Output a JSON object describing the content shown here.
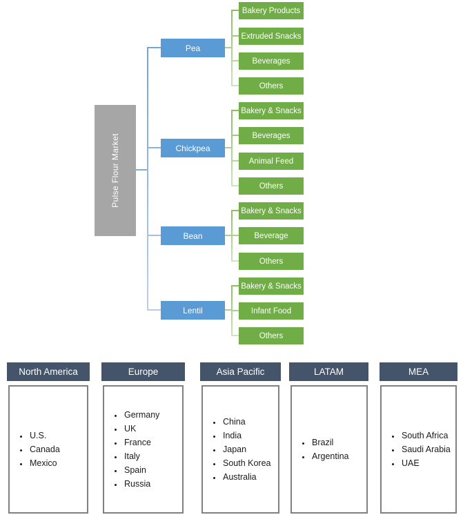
{
  "diagram": {
    "root": "Pulse Flour Market",
    "branches": [
      {
        "label": "Pea",
        "children": [
          "Bakery Products",
          "Extruded Snacks",
          "Beverages",
          "Others"
        ]
      },
      {
        "label": "Chickpea",
        "children": [
          "Bakery & Snacks",
          "Beverages",
          "Animal Feed",
          "Others"
        ]
      },
      {
        "label": "Bean",
        "children": [
          "Bakery & Snacks",
          "Beverage",
          "Others"
        ]
      },
      {
        "label": "Lentil",
        "children": [
          "Bakery & Snacks",
          "Infant Food",
          "Others"
        ]
      }
    ]
  },
  "regions": [
    {
      "name": "North America",
      "countries": [
        "U.S.",
        "Canada",
        "Mexico"
      ]
    },
    {
      "name": "Europe",
      "countries": [
        "Germany",
        "UK",
        "France",
        "Italy",
        "Spain",
        "Russia"
      ]
    },
    {
      "name": "Asia Pacific",
      "countries": [
        "China",
        "India",
        "Japan",
        "South Korea",
        "Australia"
      ]
    },
    {
      "name": "LATAM",
      "countries": [
        "Brazil",
        "Argentina"
      ]
    },
    {
      "name": "MEA",
      "countries": [
        "South Africa",
        "Saudi Arabia",
        "UAE"
      ]
    }
  ],
  "colors": {
    "root_fill": "#A6A6A6",
    "branch_fill": "#5B9BD5",
    "leaf_fill": "#70AD47",
    "region_header_fill": "#44546A",
    "connector_blue": "#7FACDF",
    "connector_green": "#A9D18E"
  }
}
